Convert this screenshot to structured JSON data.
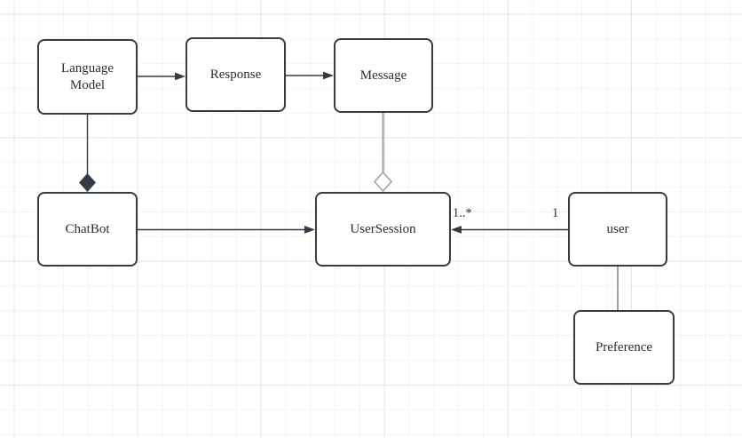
{
  "diagram": {
    "type": "uml-class-diagram",
    "nodes": [
      {
        "id": "language-model",
        "label": "Language Model"
      },
      {
        "id": "response",
        "label": "Response"
      },
      {
        "id": "message",
        "label": "Message"
      },
      {
        "id": "chatbot",
        "label": "ChatBot"
      },
      {
        "id": "user-session",
        "label": "UserSession"
      },
      {
        "id": "user",
        "label": "user"
      },
      {
        "id": "preference",
        "label": "Preference"
      }
    ],
    "edges": [
      {
        "from": "language-model",
        "to": "response",
        "type": "directed-arrow"
      },
      {
        "from": "response",
        "to": "message",
        "type": "directed-arrow"
      },
      {
        "from": "language-model",
        "to": "chatbot",
        "type": "composition",
        "diamond": "filled",
        "diamond_at": "chatbot"
      },
      {
        "from": "message",
        "to": "user-session",
        "type": "aggregation",
        "diamond": "hollow",
        "diamond_at": "user-session"
      },
      {
        "from": "chatbot",
        "to": "user-session",
        "type": "directed-arrow"
      },
      {
        "from": "user",
        "to": "user-session",
        "type": "directed-arrow",
        "source_label": "1",
        "target_label": "1..*"
      },
      {
        "from": "user",
        "to": "preference",
        "type": "plain-line"
      }
    ],
    "palette": {
      "stroke_dark": "#353c46",
      "stroke_gray": "#9ea1a4",
      "node_fill": "#ffffff",
      "text": "#2d2d2d",
      "grid_minor": "#f3f4f5",
      "grid_major": "#e4e6e8"
    }
  }
}
